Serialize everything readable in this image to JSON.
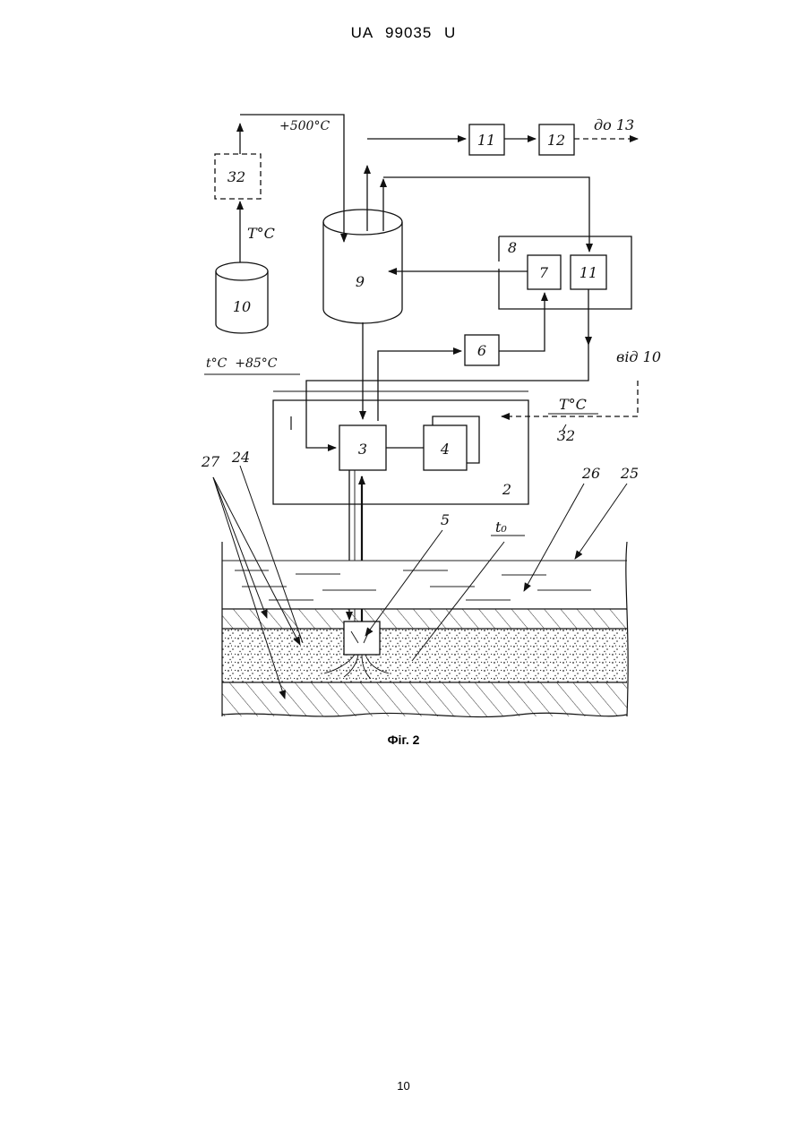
{
  "header": {
    "text": "UA   99035   U"
  },
  "figure": {
    "caption": "Фіг. 2",
    "labels": {
      "b1": "1",
      "b2": "2",
      "b3": "3",
      "b4": "4",
      "b5": "5",
      "b6": "6",
      "b7": "7",
      "b8": "8",
      "b9": "9",
      "b10": "10",
      "b11a": "11",
      "b11b": "11",
      "b12": "12",
      "b32a": "32",
      "b32b": "32",
      "b24": "24",
      "b25": "25",
      "b26": "26",
      "b27": "27",
      "to13": "до 13",
      "from10": "від 10",
      "t500": "+500°C",
      "tc_top": "T°C",
      "tc_mid": "T°C",
      "t_85": "t°C  +85°C",
      "t0": "t₀"
    }
  },
  "page_number": "10"
}
